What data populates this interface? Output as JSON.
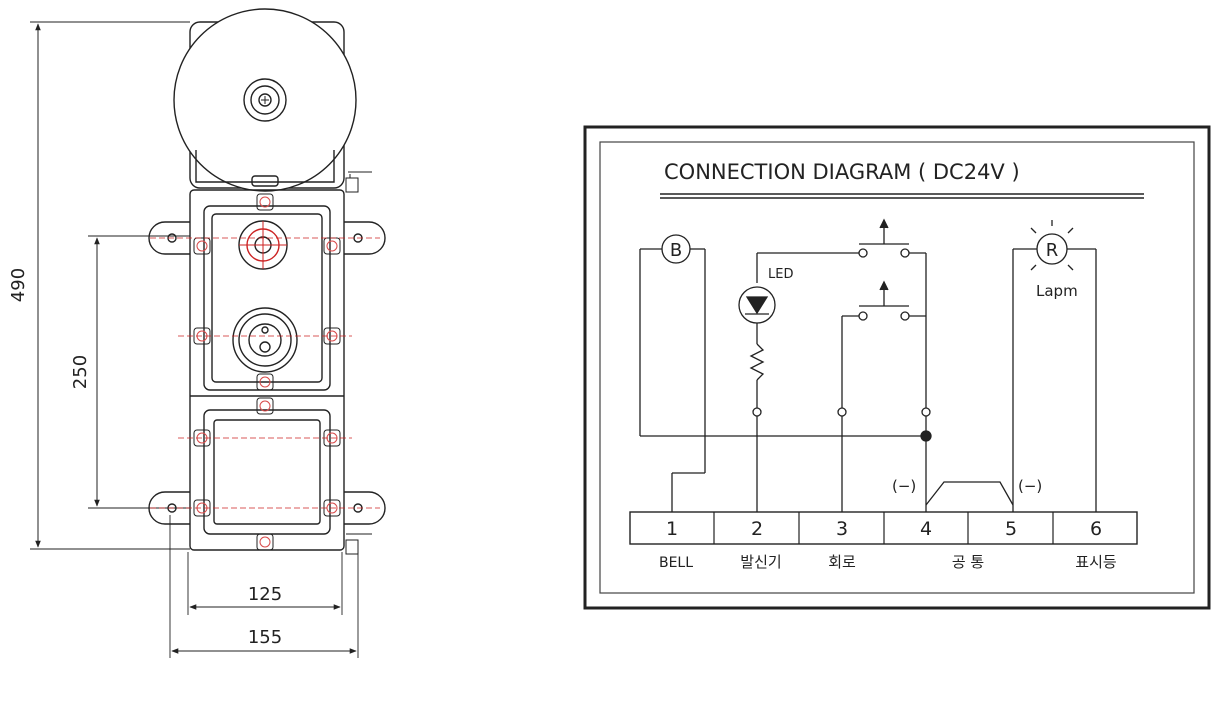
{
  "dimensions": {
    "height_total": "490",
    "height_mount": "250",
    "width_inner": "125",
    "width_outer": "155"
  },
  "connection_diagram": {
    "title": "CONNECTION  DIAGRAM  (  DC24V  )",
    "bell_symbol": "B",
    "lamp_symbol": "R",
    "led_label": "LED",
    "lamp_label": "Lapm",
    "polarity_left": "(−)",
    "polarity_right": "(−)",
    "terminals": [
      {
        "number": "1",
        "label": "BELL"
      },
      {
        "number": "2",
        "label": "발신기"
      },
      {
        "number": "3",
        "label": "회로"
      },
      {
        "number": "4",
        "label": ""
      },
      {
        "number": "5",
        "label": ""
      },
      {
        "number": "6",
        "label": "표시등"
      }
    ],
    "common_label": "공  통"
  },
  "colors": {
    "line": "#222222",
    "accent_red": "#cc2222",
    "bolt_red": "#d84a4a"
  }
}
